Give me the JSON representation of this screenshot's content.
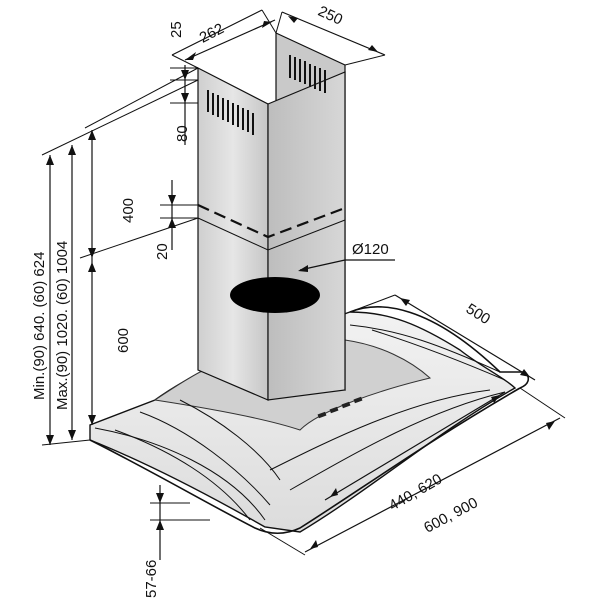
{
  "diagram": {
    "labels": {
      "d25": "25",
      "d262": "262",
      "d250": "250",
      "d80": "80",
      "d400": "400",
      "d20": "20",
      "d600_height": "600",
      "min_height": "Min.(90) 640. (60) 624",
      "max_height": "Max.(90) 1020. (60) 1004",
      "d500": "500",
      "d440_620": "440, 620",
      "d600_900": "600, 900",
      "d57_66": "57-66",
      "diameter": "Ø120"
    },
    "colors": {
      "line": "#111111",
      "chimney_light": "#d9d9d9",
      "chimney_mid": "#c2c2c2",
      "chimney_dark": "#a8a8a8",
      "glass": "#eeeeee",
      "hole": "#000000"
    }
  }
}
